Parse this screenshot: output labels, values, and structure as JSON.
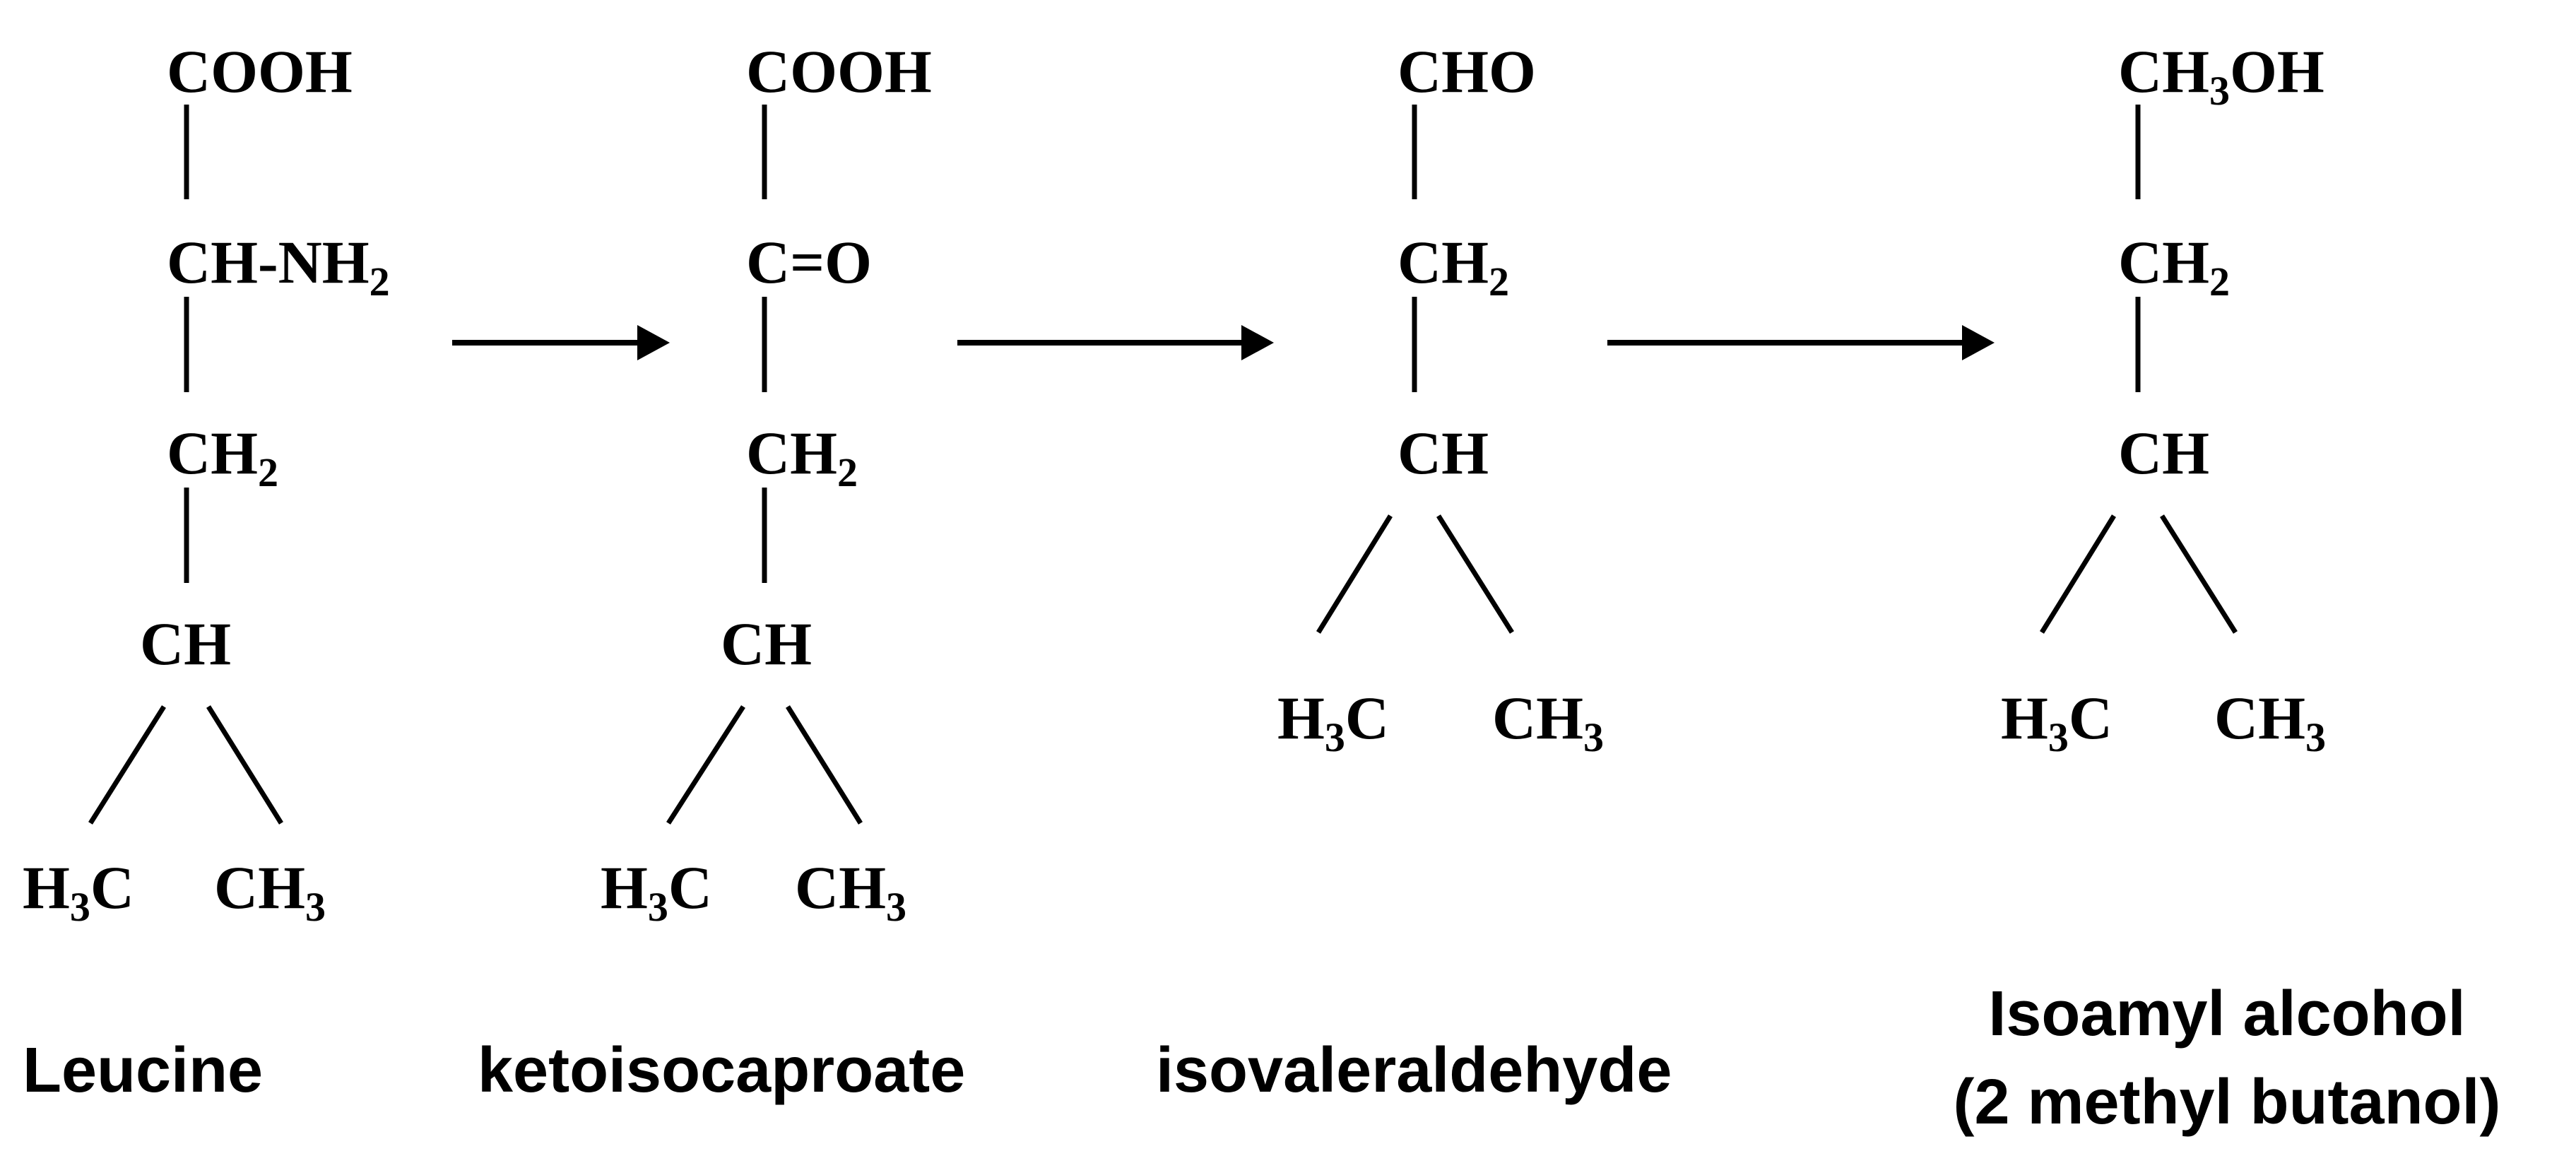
{
  "compounds": [
    {
      "name": "Leucine",
      "groups": {
        "top": "COOH",
        "alpha_main": "CH-NH",
        "alpha_sub": "2",
        "ch2_main": "CH",
        "ch2_sub": "2",
        "ch": "CH",
        "left_pre": "H",
        "left_sub": "3",
        "left_post": "C",
        "right_main": "CH",
        "right_sub": "3"
      }
    },
    {
      "name": "ketoisocaproate",
      "groups": {
        "top": "COOH",
        "alpha": "C=O",
        "ch2_main": "CH",
        "ch2_sub": "2",
        "ch": "CH",
        "left_pre": "H",
        "left_sub": "3",
        "left_post": "C",
        "right_main": "CH",
        "right_sub": "3"
      }
    },
    {
      "name": "isovaleraldehyde",
      "groups": {
        "top": "CHO",
        "ch2_main": "CH",
        "ch2_sub": "2",
        "ch": "CH",
        "left_pre": "H",
        "left_sub": "3",
        "left_post": "C",
        "right_main": "CH",
        "right_sub": "3"
      }
    },
    {
      "name_line1": "Isoamyl alcohol",
      "name_line2": "(2 methyl butanol)",
      "groups": {
        "top_pre": "CH",
        "top_sub": "3",
        "top_post": "OH",
        "ch2_main": "CH",
        "ch2_sub": "2",
        "ch": "CH",
        "left_pre": "H",
        "left_sub": "3",
        "left_post": "C",
        "right_main": "CH",
        "right_sub": "3"
      }
    }
  ]
}
